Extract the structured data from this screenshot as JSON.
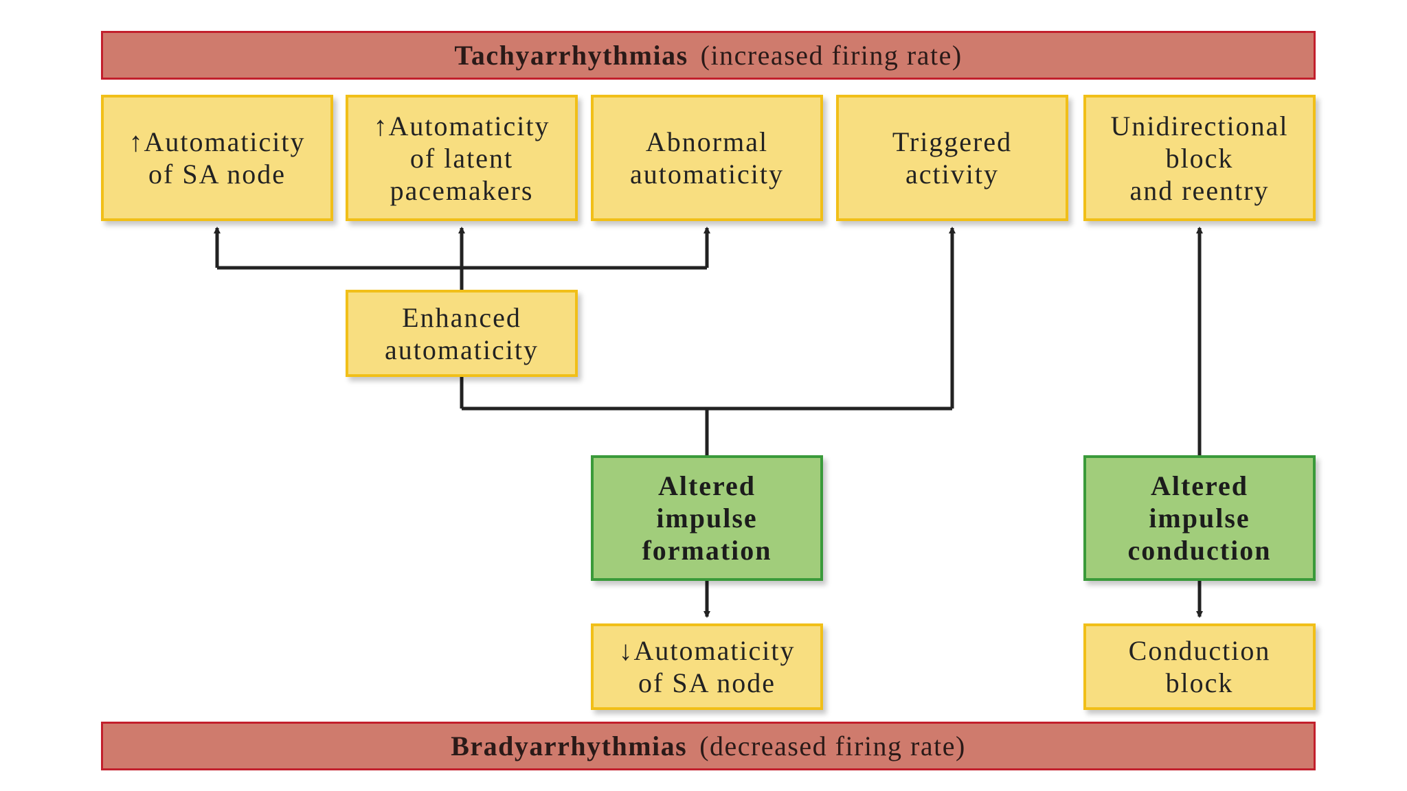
{
  "banners": {
    "top": {
      "bold": "Tachyarrhythmias",
      "normal": "(increased firing rate)"
    },
    "bottom": {
      "bold": "Bradyarrhythmias",
      "normal": "(decreased firing rate)"
    }
  },
  "boxes": {
    "sa_up": {
      "lines": [
        "↑Automaticity",
        "of SA node"
      ]
    },
    "latent": {
      "lines": [
        "↑Automaticity",
        "of latent",
        "pacemakers"
      ]
    },
    "abnormal": {
      "lines": [
        "Abnormal",
        "automaticity"
      ]
    },
    "triggered": {
      "lines": [
        "Triggered",
        "activity"
      ]
    },
    "unidirectional": {
      "lines": [
        "Unidirectional",
        "block",
        "and reentry"
      ]
    },
    "enhanced": {
      "lines": [
        "Enhanced",
        "automaticity"
      ]
    },
    "formation": {
      "lines": [
        "Altered",
        "impulse",
        "formation"
      ]
    },
    "conduction": {
      "lines": [
        "Altered",
        "impulse",
        "conduction"
      ]
    },
    "sa_down": {
      "lines": [
        "↓Automaticity",
        "of SA node"
      ]
    },
    "conduction_block": {
      "lines": [
        "Conduction",
        "block"
      ]
    }
  },
  "colors": {
    "banner_fill": "#cf7b6d",
    "banner_border": "#c21f2c",
    "yellow_fill": "#f8de80",
    "yellow_border": "#f1bf18",
    "green_fill": "#a1cd7b",
    "green_border": "#3a9a3a",
    "connector": "#222222"
  }
}
